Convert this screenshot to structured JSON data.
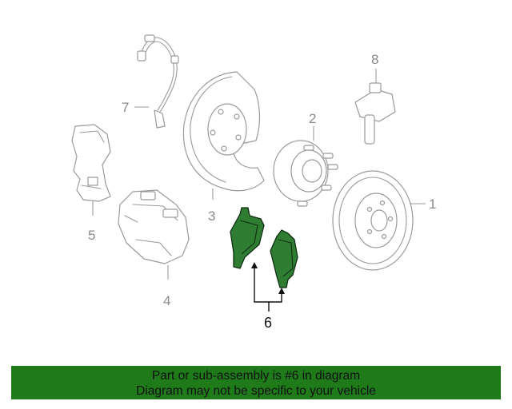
{
  "diagram": {
    "callouts": [
      {
        "id": "1",
        "label": "1"
      },
      {
        "id": "2",
        "label": "2"
      },
      {
        "id": "3",
        "label": "3"
      },
      {
        "id": "4",
        "label": "4"
      },
      {
        "id": "5",
        "label": "5"
      },
      {
        "id": "6",
        "label": "6"
      },
      {
        "id": "7",
        "label": "7"
      },
      {
        "id": "8",
        "label": "8"
      }
    ],
    "highlight_color": "#2e7d32",
    "part_color": "#9a9a9a"
  },
  "banner": {
    "line1": "Part or sub-assembly is #6 in diagram",
    "line2": "Diagram may not be specific to your vehicle",
    "background": "#1f7a1a"
  }
}
